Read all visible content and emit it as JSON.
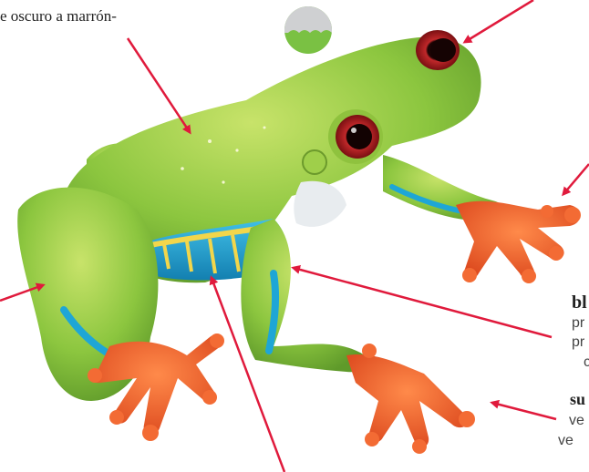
{
  "labels": {
    "top_left": "e oscuro a marrón-",
    "right_1": "bl",
    "right_2": "pr",
    "right_3": "pr",
    "right_4": "c",
    "right_5": "su",
    "right_6": "ve",
    "right_7": "ve"
  },
  "colors": {
    "arrow": "#e01a3c",
    "frog_green": "#8cc63f",
    "frog_blue": "#1ea6d6",
    "foot_orange": "#f05a24",
    "eye_red": "#b3141b",
    "belly_white": "#e8ecef",
    "icon_gray": "#cfd0d2",
    "icon_green": "#7ac143"
  },
  "icon": "skin-texture-icon"
}
